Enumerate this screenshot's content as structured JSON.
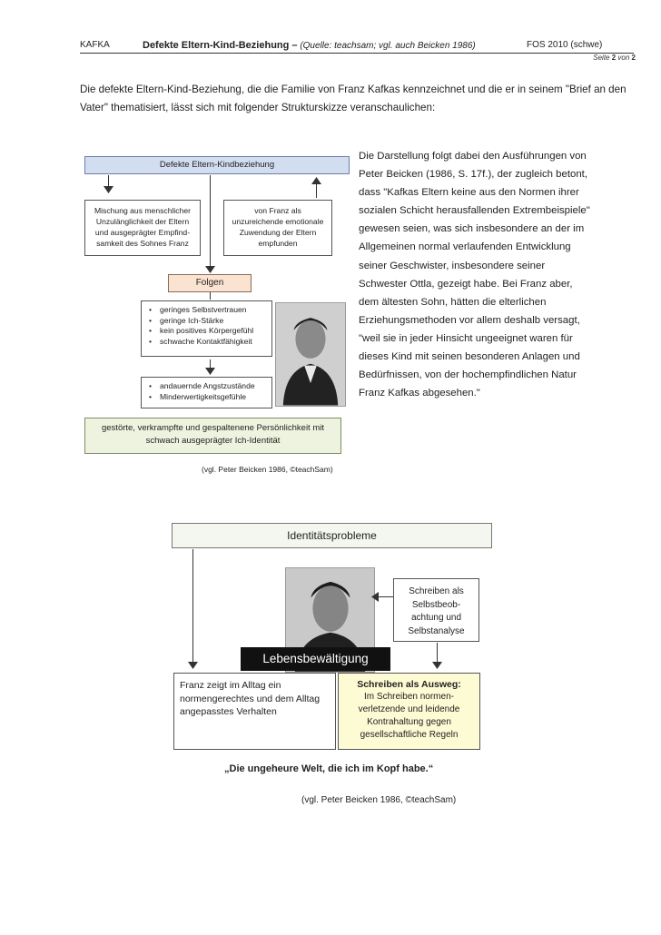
{
  "header": {
    "left": "KAFKA",
    "title_bold": "Defekte Eltern-Kind-Beziehung –",
    "title_italic": "(Quelle: teachsam; vgl. auch Beicken 1986)",
    "right": "FOS 2010 (schwe)",
    "page_prefix": "Seite",
    "page_num": "2",
    "page_mid": "von",
    "page_total": "2"
  },
  "intro": "Die defekte Eltern-Kind-Beziehung, die die Familie von Franz Kafkas kennzeichnet und die er in seinem \"Brief an den Vater\" thematisiert, lässt sich mit folgender Strukturskizze veranschaulichen:",
  "diagram1": {
    "title": "Defekte Eltern-Kindbeziehung",
    "left_box": "Mischung aus menschlicher Unzulänglichkeit der Eltern und ausgeprägter Empfind-samkeit des Sohnes Franz",
    "right_box": "von Franz als unzureichende emotionale Zuwendung der Eltern empfunden",
    "folgen": "Folgen",
    "list1": [
      "geringes Selbstvertrauen",
      "geringe Ich-Stärke",
      "kein positives Körpergefühl",
      "schwache Kontaktfähigkeit"
    ],
    "list2": [
      "andauernde Angstzustände",
      "Minderwertigkeitsgefühle"
    ],
    "result": "gestörte, verkrampfte und gespaltenene Persönlichkeit mit schwach ausgeprägter Ich-Identität",
    "caption": "(vgl. Peter Beicken 1986, ©teachSam)"
  },
  "right_text": "Die Darstellung folgt dabei den Ausführungen von  Peter Beicken (1986, S. 17f.), der zugleich betont, dass \"Kafkas Eltern keine aus den Normen ihrer sozialen Schicht herausfallenden Extrembeispiele\" gewesen seien, was sich insbesondere an der im Allgemeinen normal verlaufenden Entwicklung seiner Geschwister, insbesondere seiner Schwester Ottla, gezeigt habe. Bei Franz aber, dem ältesten Sohn, hätten die elterlichen Erziehungsmethoden vor allem deshalb versagt, \"weil sie in jeder Hinsicht ungeeignet waren für dieses Kind mit seinen besonderen Anlagen und Bedürfnissen, von der hochempfindlichen Natur Franz Kafkas abgesehen.\"",
  "diagram2": {
    "title": "Identitätsprobleme",
    "schreiben_box": "Schreiben als Selbstbeob-achtung und Selbstanalyse",
    "center": "Lebensbewältigung",
    "left_box": "Franz zeigt im Alltag ein normengerechtes und dem Alltag angepasstes Verhalten",
    "right_title": "Schreiben als Ausweg:",
    "right_body": "Im Schreiben normen-verletzende und leidende Kontrahaltung gegen gesellschaftliche Regeln",
    "quote": "„Die ungeheure Welt, die ich im Kopf habe.“",
    "caption": "(vgl. Peter Beicken 1986, ©teachSam)"
  },
  "colors": {
    "blue_box": "#d2ddf0",
    "peach_box": "#fbe3d2",
    "green_box": "#eef3df",
    "yellow_box": "#fdfbd4",
    "dark_label": "#111111"
  }
}
